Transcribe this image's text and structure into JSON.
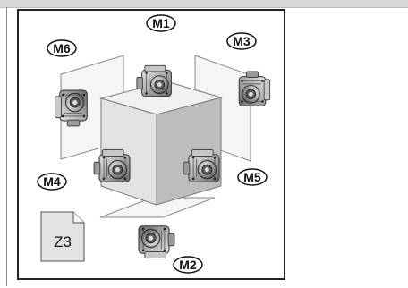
{
  "positions": [
    {
      "id": "M1",
      "label": "M1"
    },
    {
      "id": "M2",
      "label": "M2"
    },
    {
      "id": "M3",
      "label": "M3"
    },
    {
      "id": "M4",
      "label": "M4"
    },
    {
      "id": "M5",
      "label": "M5"
    },
    {
      "id": "M6",
      "label": "M6"
    }
  ],
  "document_icon": {
    "label": "Z3",
    "icon": "document-icon"
  },
  "colors": {
    "cube_front": "#e3e3e3",
    "cube_top": "#f1f1f1",
    "cube_side": "#bdbdbd",
    "frame": "#222222"
  }
}
